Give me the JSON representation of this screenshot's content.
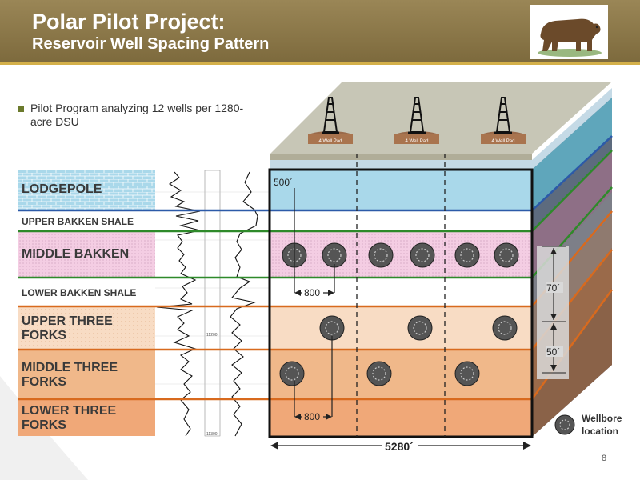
{
  "header": {
    "title_line1": "Polar Pilot Project:",
    "title_line2": "Reservoir Well Spacing Pattern"
  },
  "bullet": {
    "text": "Pilot Program analyzing 12 wells per 1280-acre DSU"
  },
  "layers": [
    {
      "name": "LODGEPOLE"
    },
    {
      "name": "UPPER BAKKEN SHALE"
    },
    {
      "name": "MIDDLE BAKKEN"
    },
    {
      "name": "LOWER BAKKEN SHALE"
    },
    {
      "name": "UPPER THREE FORKS"
    },
    {
      "name": "MIDDLE THREE FORKS"
    },
    {
      "name": "LOWER THREE FORKS"
    }
  ],
  "pads": [
    "4 Well Pad",
    "4 Well Pad",
    "4 Well Pad"
  ],
  "dimensions": {
    "lateral_spacing": "500´",
    "spacing_middle_bakken": "800",
    "spacing_lower": "800",
    "width": "5280´",
    "vertical_upper": "70´",
    "vertical_lower": "50´"
  },
  "log_depth_marks": [
    "11200",
    "11300"
  ],
  "legend": {
    "label": "Wellbore location"
  },
  "page_number": "8",
  "colors": {
    "header_brown": "#8a7548",
    "lodgepole_blue": "#a9d8ea",
    "middle_bakken_pink": "#f4cde3",
    "three_forks_orange": "#f0a878",
    "blue_line": "#2c5aa8",
    "green_line": "#2e8a2a",
    "orange_line": "#d86a1e"
  }
}
